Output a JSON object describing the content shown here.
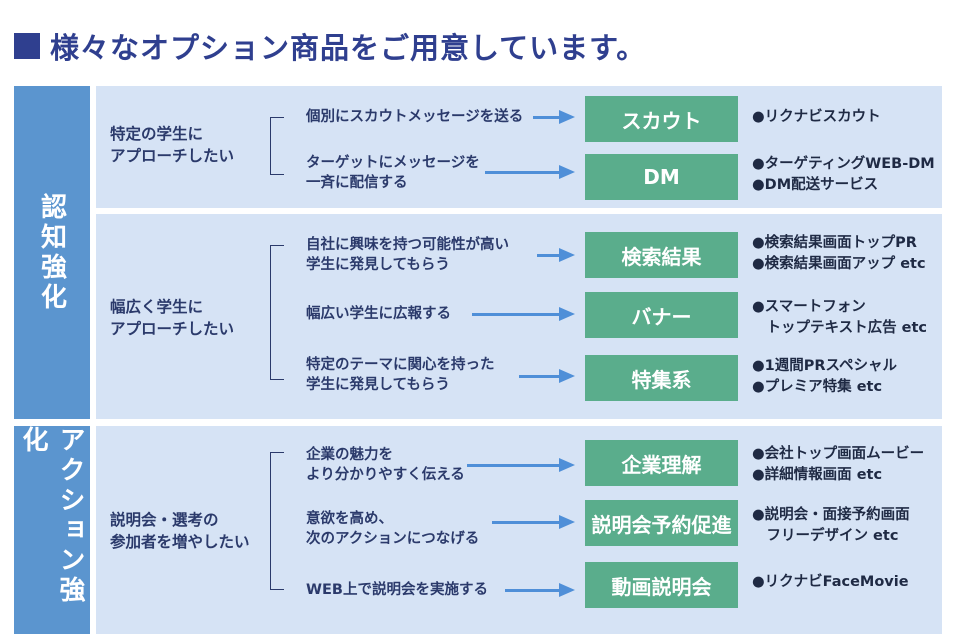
{
  "title": {
    "text": "様々なオプション商品をご用意しています。"
  },
  "sections": [
    {
      "label": "認知強化",
      "groups": [
        {
          "target": [
            "特定の学生に",
            "アプローチしたい"
          ],
          "rows": [
            {
              "need": [
                "個別にスカウトメッセージを送る"
              ],
              "product": "スカウト",
              "examples": [
                "●リクナビスカウト"
              ]
            },
            {
              "need": [
                "ターゲットにメッセージを",
                "一斉に配信する"
              ],
              "product": "DM",
              "examples": [
                "●ターゲティングWEB-DM",
                "●DM配送サービス"
              ]
            }
          ]
        },
        {
          "target": [
            "幅広く学生に",
            "アプローチしたい"
          ],
          "rows": [
            {
              "need": [
                "自社に興味を持つ可能性が高い",
                "学生に発見してもらう"
              ],
              "product": "検索結果",
              "examples": [
                "●検索結果画面トップPR",
                "●検索結果画面アップ etc"
              ]
            },
            {
              "need": [
                "幅広い学生に広報する"
              ],
              "product": "バナー",
              "examples": [
                "●スマートフォン",
                "　トップテキスト広告 etc"
              ]
            },
            {
              "need": [
                "特定のテーマに関心を持った",
                "学生に発見してもらう"
              ],
              "product": "特集系",
              "examples": [
                "●1週間PRスペシャル",
                "●プレミア特集 etc"
              ]
            }
          ]
        }
      ]
    },
    {
      "label": "アクション強化",
      "groups": [
        {
          "target": [
            "説明会・選考の",
            "参加者を増やしたい"
          ],
          "rows": [
            {
              "need": [
                "企業の魅力を",
                "より分かりやすく伝える"
              ],
              "product": "企業理解",
              "examples": [
                "●会社トップ画面ムービー",
                "●詳細情報画面 etc"
              ]
            },
            {
              "need": [
                "意欲を高め、",
                "次のアクションにつなげる"
              ],
              "product": "説明会予約促進",
              "examples": [
                "●説明会・面接予約画面",
                "　フリーデザイン etc"
              ]
            },
            {
              "need": [
                "WEB上で説明会を実施する"
              ],
              "product": "動画説明会",
              "examples": [
                "●リクナビFaceMovie"
              ]
            }
          ]
        }
      ]
    }
  ],
  "colors": {
    "title": "#2f3f8f",
    "section_tab": "#5b95cf",
    "group_background": "#d6e3f5",
    "arrow": "#4f8fd8",
    "product_box": "#5aad8c",
    "text": "#2b3a6b"
  },
  "icons": {
    "title_marker": "filled-square-icon",
    "connector": "right-arrow-icon"
  }
}
